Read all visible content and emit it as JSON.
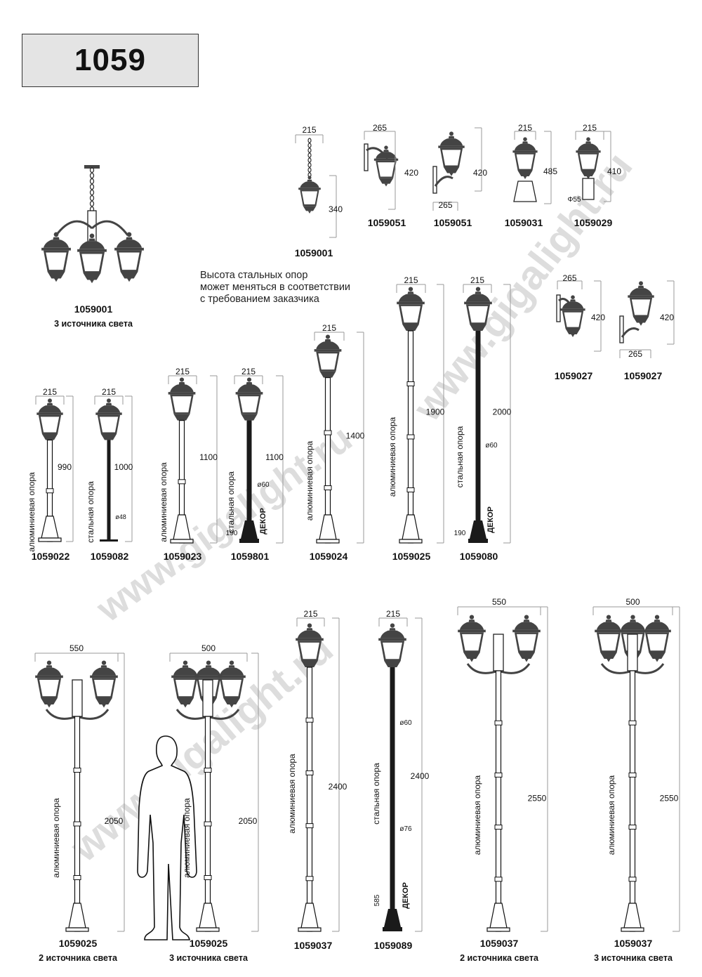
{
  "header": {
    "series_code": "1059"
  },
  "note_lines": [
    "Высота стальных опор",
    "может меняться в соответствии",
    "с требованием заказчика"
  ],
  "watermark": "www.gigalight.ru",
  "colors": {
    "lamp": "#444444",
    "glass": "#ffffff",
    "dim": "#999999",
    "watermark": "#dddddd"
  },
  "products": [
    {
      "code": "1059001",
      "sub": "3 источника света"
    },
    {
      "code": "1059001",
      "h": "340",
      "w": "215"
    },
    {
      "code": "1059051",
      "h": "420",
      "w": "265"
    },
    {
      "code": "1059051",
      "h": "420",
      "w": "265"
    },
    {
      "code": "1059031",
      "h": "485",
      "w": "215"
    },
    {
      "code": "1059029",
      "h": "410",
      "w": "215",
      "base": "Φ55"
    },
    {
      "code": "1059027",
      "h": "420",
      "w": "265"
    },
    {
      "code": "1059027",
      "h": "420",
      "w": "265"
    },
    {
      "code": "1059022",
      "h": "990",
      "w": "215",
      "pole": "алюминиевая опора"
    },
    {
      "code": "1059082",
      "h": "1000",
      "w": "215",
      "pole": "стальная опора",
      "dia": "ø48"
    },
    {
      "code": "1059023",
      "h": "1100",
      "w": "215",
      "pole": "алюминиевая опора"
    },
    {
      "code": "1059801",
      "h": "1100",
      "w": "215",
      "pole": "стальная опора",
      "dia": "ø60",
      "base_h": "190",
      "decor": "ДЕКОР"
    },
    {
      "code": "1059024",
      "h": "1400",
      "w": "215",
      "pole": "алюминиевая опора"
    },
    {
      "code": "1059025",
      "h": "1900",
      "w": "215",
      "pole": "алюминиевая опора"
    },
    {
      "code": "1059080",
      "h": "2000",
      "w": "215",
      "pole": "стальная опора",
      "dia": "ø60",
      "base_h": "190",
      "decor": "ДЕКОР"
    },
    {
      "code": "1059025",
      "sub": "2 источника света",
      "h": "2050",
      "w": "550",
      "pole": "алюминиевая опора"
    },
    {
      "code": "1059025",
      "sub": "3 источника света",
      "h": "2050",
      "w": "500",
      "pole": "алюминиевая опора"
    },
    {
      "code": "1059037",
      "h": "2400",
      "w": "215",
      "pole": "алюминиевая опора"
    },
    {
      "code": "1059089",
      "h": "2400",
      "w": "215",
      "pole": "стальная опора",
      "dia": "ø60",
      "dia2": "ø76",
      "base_h": "585",
      "decor": "ДЕКОР"
    },
    {
      "code": "1059037",
      "sub": "2 источника света",
      "h": "2550",
      "w": "550",
      "pole": "алюминиевая опора"
    },
    {
      "code": "1059037",
      "sub": "3 источника света",
      "h": "2550",
      "w": "500",
      "pole": "алюминиевая опора"
    }
  ]
}
